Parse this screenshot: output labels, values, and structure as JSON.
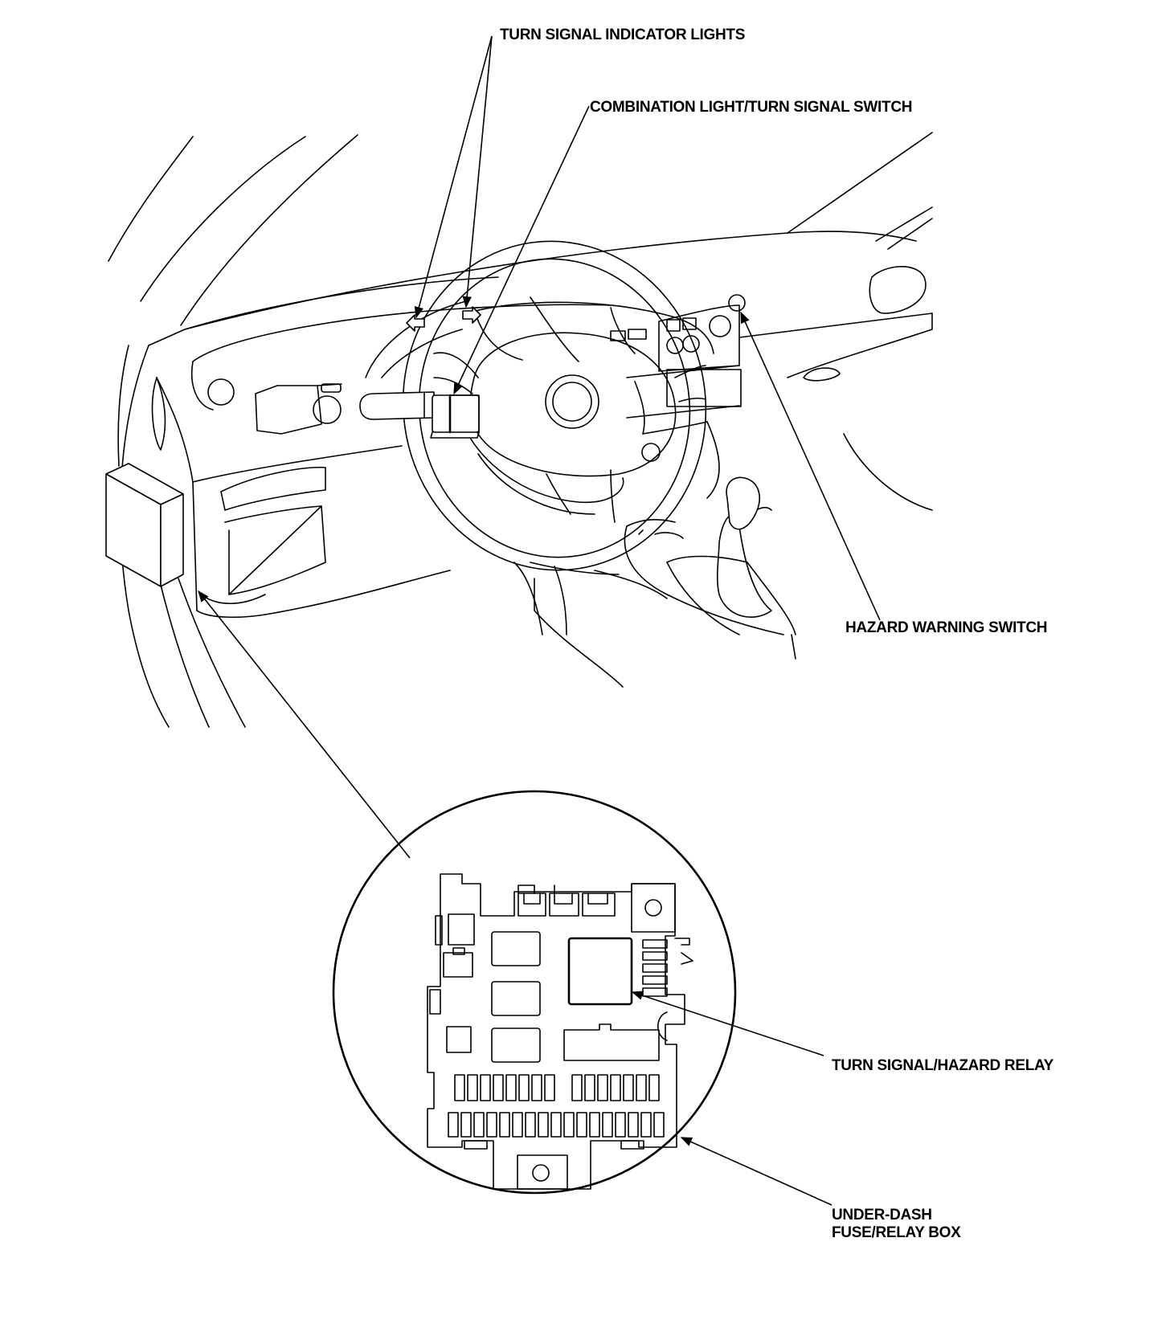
{
  "labels": {
    "turn_signal_indicator_lights": "TURN SIGNAL INDICATOR LIGHTS",
    "combination_switch": "COMBINATION LIGHT/TURN SIGNAL SWITCH",
    "hazard_warning_switch": "HAZARD WARNING SWITCH",
    "turn_signal_hazard_relay": "TURN SIGNAL/HAZARD RELAY",
    "under_dash_box_line1": "UNDER-DASH",
    "under_dash_box_line2": "FUSE/RELAY BOX"
  },
  "colors": {
    "ink": "#000000",
    "paper": "#ffffff"
  }
}
